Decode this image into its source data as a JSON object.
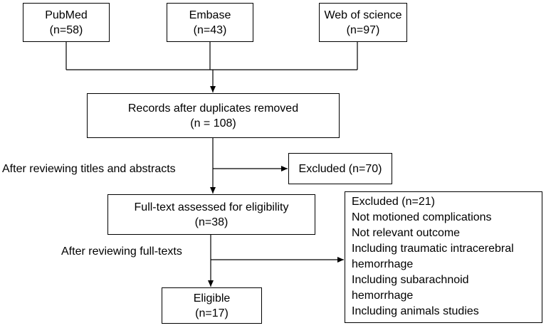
{
  "sources": [
    {
      "name": "PubMed",
      "count": "(n=58)"
    },
    {
      "name": "Embase",
      "count": "(n=43)"
    },
    {
      "name": "Web of science",
      "count": "(n=97)"
    }
  ],
  "dedup": {
    "title": "Records after duplicates removed",
    "count": "(n = 108)"
  },
  "screening": {
    "step_label": "After reviewing titles and abstracts",
    "excluded": "Excluded (n=70)"
  },
  "fulltext": {
    "title": "Full-text assessed for eligibility",
    "count": "(n=38)"
  },
  "fulltext_review": {
    "step_label": "After reviewing full-texts",
    "excluded_lines": [
      "Excluded (n=21)",
      "Not motioned complications",
      "Not relevant outcome",
      "Including traumatic intracerebral",
      "hemorrhage",
      "Including subarachnoid",
      "hemorrhage",
      "Including animals studies"
    ]
  },
  "eligible": {
    "title": "Eligible",
    "count": "(n=17)"
  }
}
